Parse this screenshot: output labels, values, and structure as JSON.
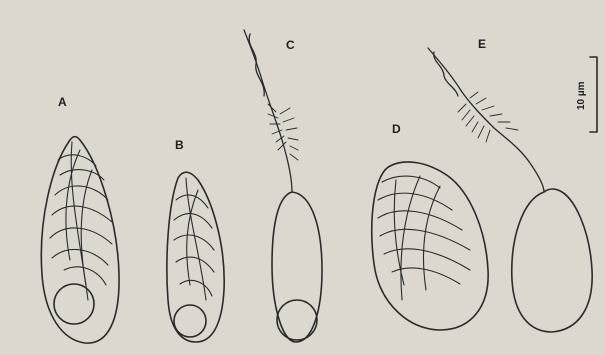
{
  "figure": {
    "cells": [
      {
        "id": "A",
        "label": "A"
      },
      {
        "id": "B",
        "label": "B"
      },
      {
        "id": "C",
        "label": "C"
      },
      {
        "id": "D",
        "label": "D"
      },
      {
        "id": "E",
        "label": "E"
      }
    ],
    "scale_bar": {
      "label": "10 µm"
    },
    "colors": {
      "ink": "#2a2a2a",
      "paper": "#dcd8d0"
    }
  }
}
